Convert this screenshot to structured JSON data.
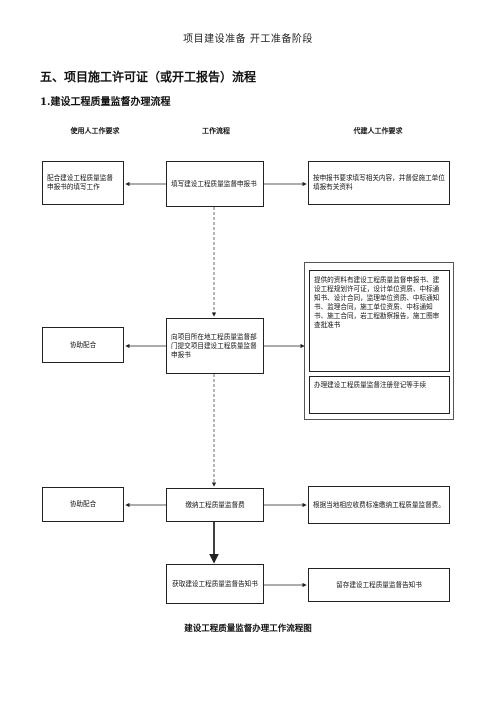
{
  "header": {
    "text": "项目建设准备    开工准备阶段"
  },
  "section_title": "五、项目施工许可证（或开工报告）流程",
  "subsection_title": "1.建设工程质量监督办理流程",
  "columns": {
    "left": "使用人工作要求",
    "center": "工作流程",
    "right": "代建人工作要求"
  },
  "boxes": {
    "left1": "配合建设工程质量监督申报书的填写工作",
    "left2": "协助配合",
    "left3": "协助配合",
    "mid1": "填写建设工程质量监督申报书",
    "mid2": "向项目所在地工程质量监督部门提交项目建设工程质量监督申报书",
    "mid3": "缴纳工程质量监督费",
    "mid4": "获取建设工程质量监督告知书",
    "right1": "按申报书要求填写相关内容，并督促施工单位填报有关资料",
    "right2a": "提供的资料有建设工程质量监督申报书、建设工程规划许可证，设计单位资质、中标通知书、设计合同，监理单位资质、中标通知书、监理合同，施工单位资质、中标通知书、施工合同，岩工程勘察报告，施工图审查批准书",
    "right2b": "办理建设工程质量监督注册登记等手续",
    "right3": "根据当地相应收费标准缴纳工程质量监督费。",
    "right4": "留存建设工程质量监督告知书"
  },
  "caption": "建设工程质量监督办理工作流程图"
}
